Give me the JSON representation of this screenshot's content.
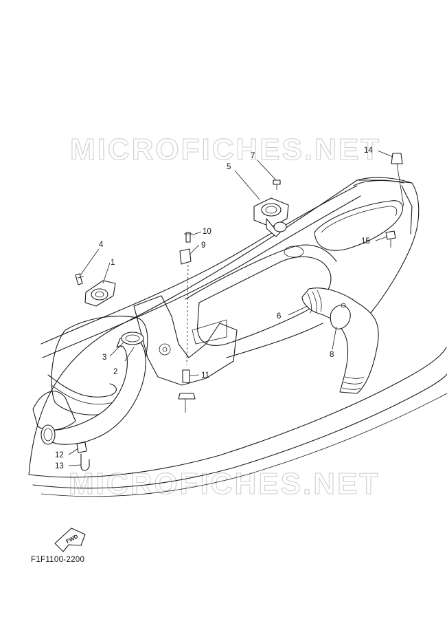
{
  "diagram": {
    "reference_code": "F1F1100-2200",
    "watermark_text": "MICROFICHES.NET",
    "fwd_label": "FWD",
    "callouts": [
      {
        "id": "callout-1",
        "label": "1"
      },
      {
        "id": "callout-2",
        "label": "2"
      },
      {
        "id": "callout-3",
        "label": "3"
      },
      {
        "id": "callout-4",
        "label": "4"
      },
      {
        "id": "callout-5",
        "label": "5"
      },
      {
        "id": "callout-6",
        "label": "6"
      },
      {
        "id": "callout-7",
        "label": "7"
      },
      {
        "id": "callout-8",
        "label": "8"
      },
      {
        "id": "callout-9",
        "label": "9"
      },
      {
        "id": "callout-10",
        "label": "10"
      },
      {
        "id": "callout-11",
        "label": "11"
      },
      {
        "id": "callout-12",
        "label": "12"
      },
      {
        "id": "callout-13",
        "label": "13"
      },
      {
        "id": "callout-14",
        "label": "14"
      },
      {
        "id": "callout-15",
        "label": "15"
      }
    ]
  }
}
